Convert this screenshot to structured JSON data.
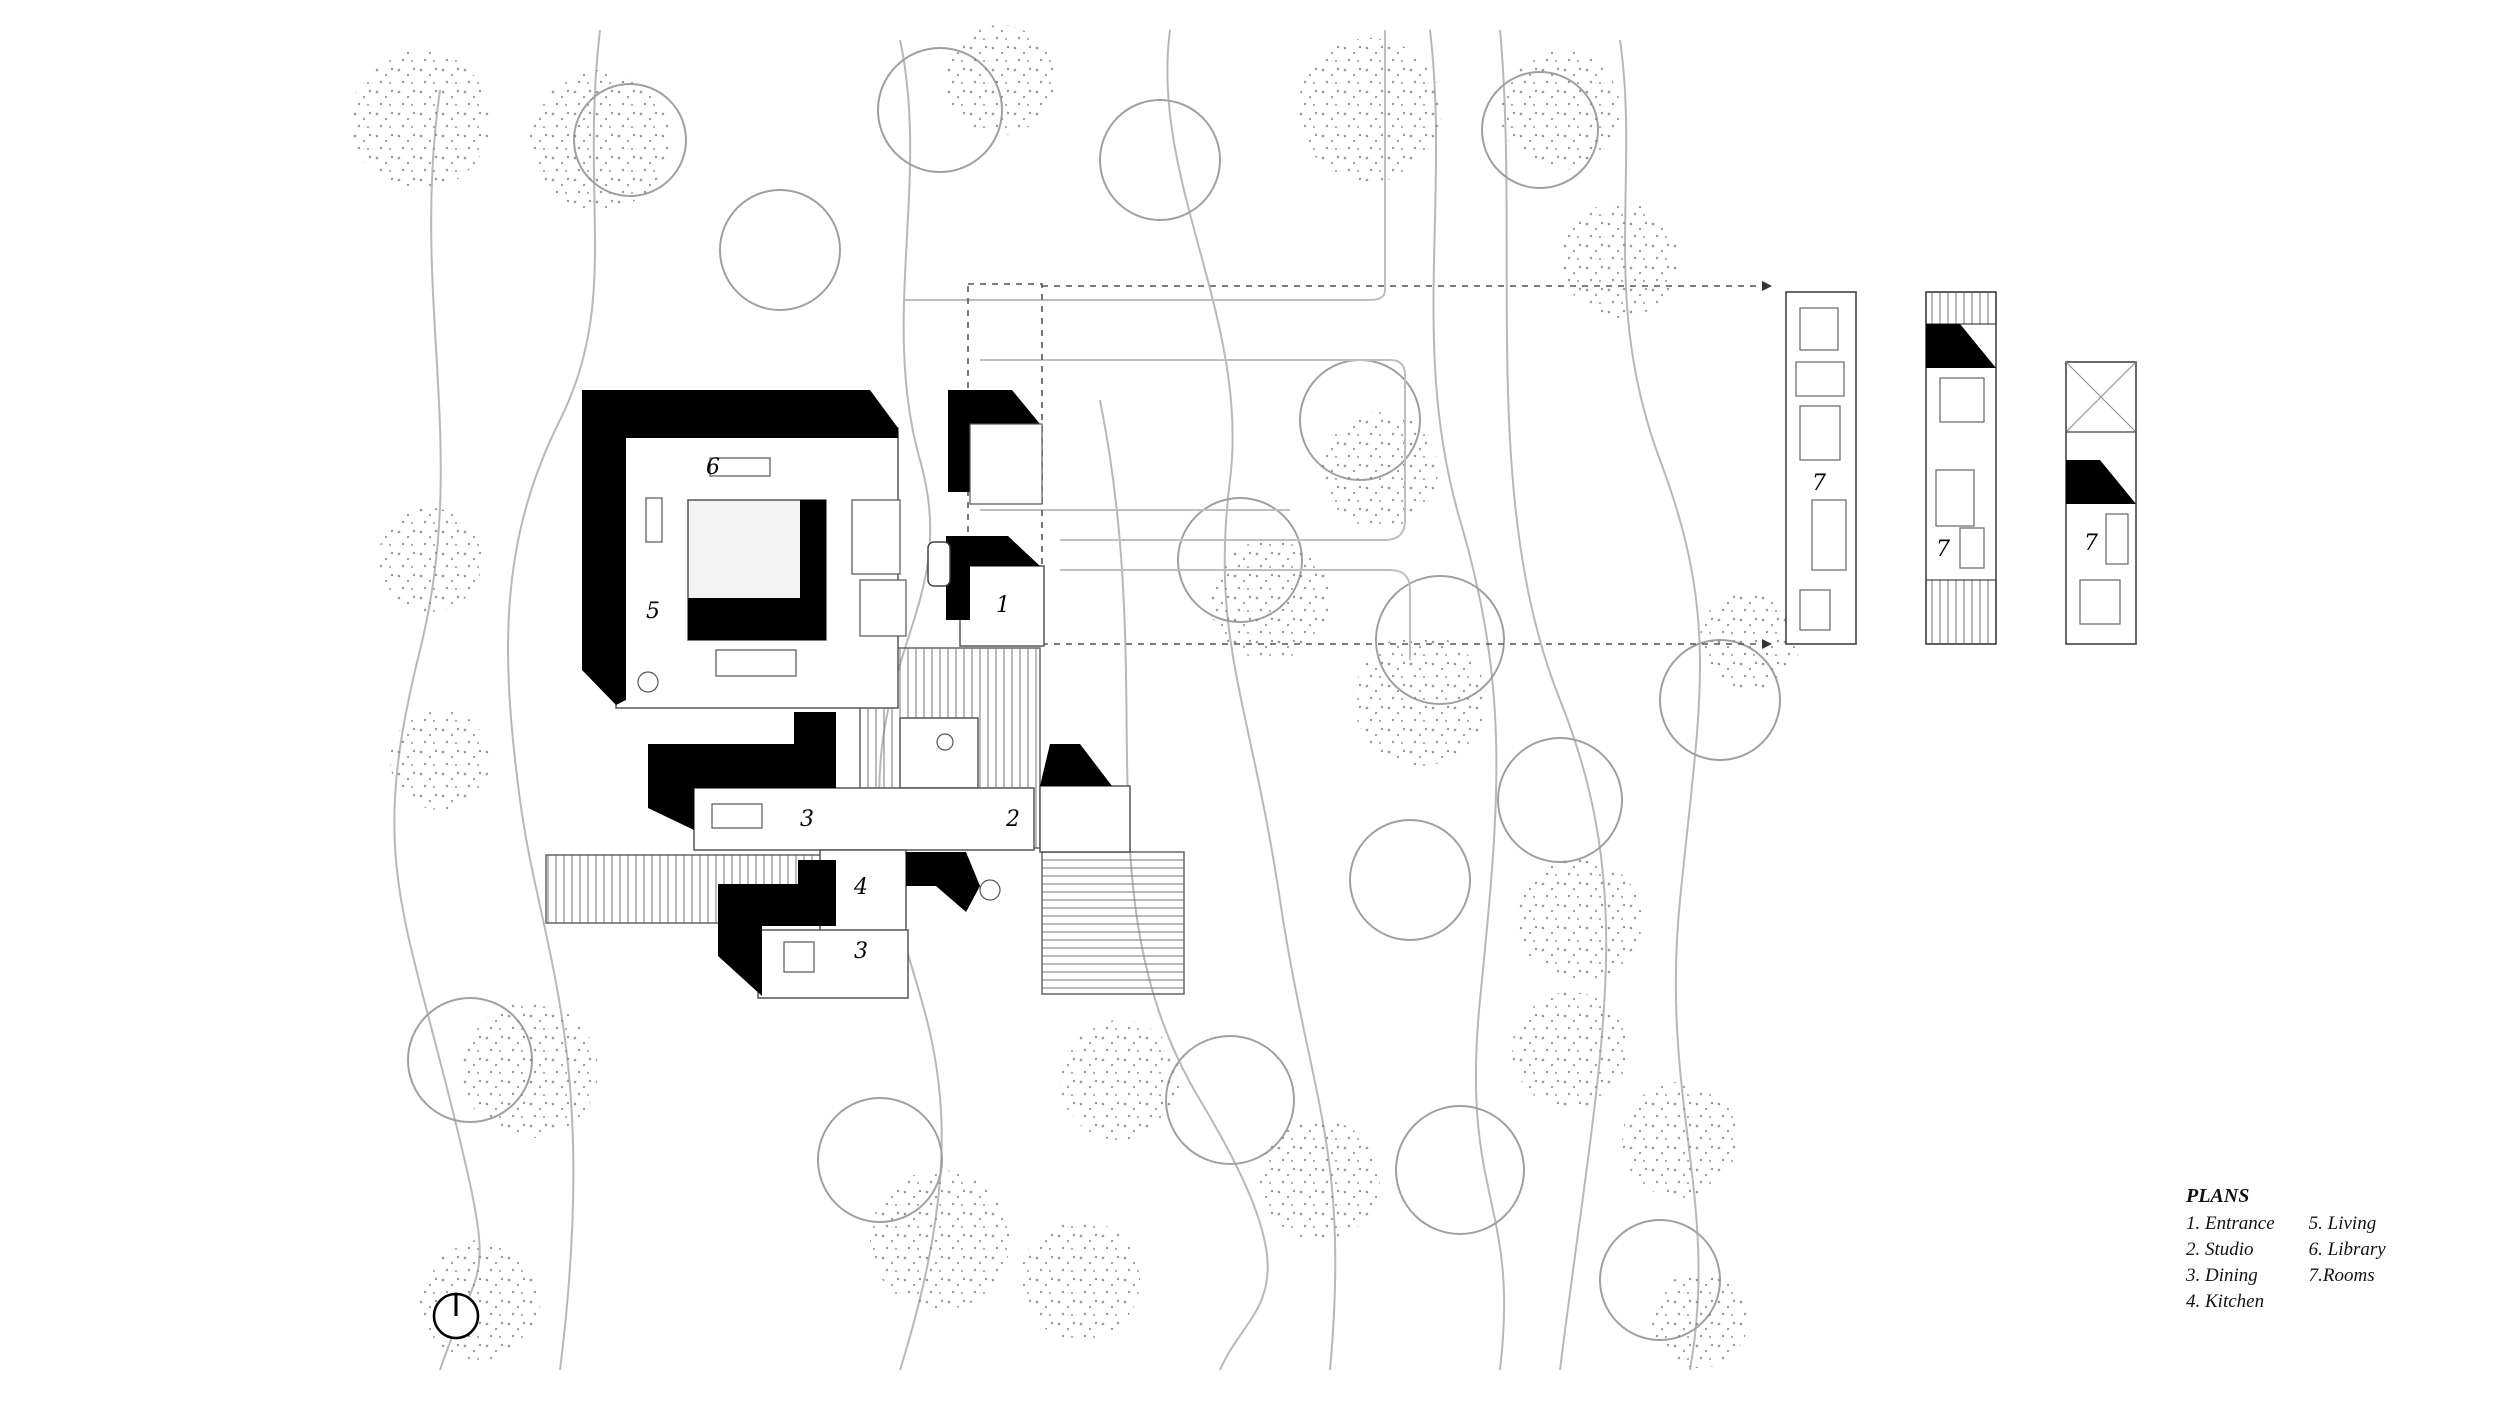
{
  "legend": {
    "title": "PLANS",
    "items": [
      "1. Entrance",
      "2. Studio",
      "3. Dining",
      "4. Kitchen",
      "5. Living",
      "6. Library",
      "7.Rooms"
    ]
  },
  "rooms": [
    {
      "id": "r6",
      "label": "6"
    },
    {
      "id": "r5",
      "label": "5"
    },
    {
      "id": "r1",
      "label": "1"
    },
    {
      "id": "r3a",
      "label": "3"
    },
    {
      "id": "r2",
      "label": "2"
    },
    {
      "id": "r4",
      "label": "4"
    },
    {
      "id": "r3b",
      "label": "3"
    },
    {
      "id": "r7a",
      "label": "7"
    },
    {
      "id": "r7b",
      "label": "7"
    },
    {
      "id": "r7c",
      "label": "7"
    }
  ],
  "icons": [
    "north-arrow-icon",
    "tree-canopy-icon"
  ],
  "colors": {
    "wall": "#000000",
    "line": "#b8b8b8",
    "dots": "#8a8a8a",
    "paper": "#ffffff"
  }
}
